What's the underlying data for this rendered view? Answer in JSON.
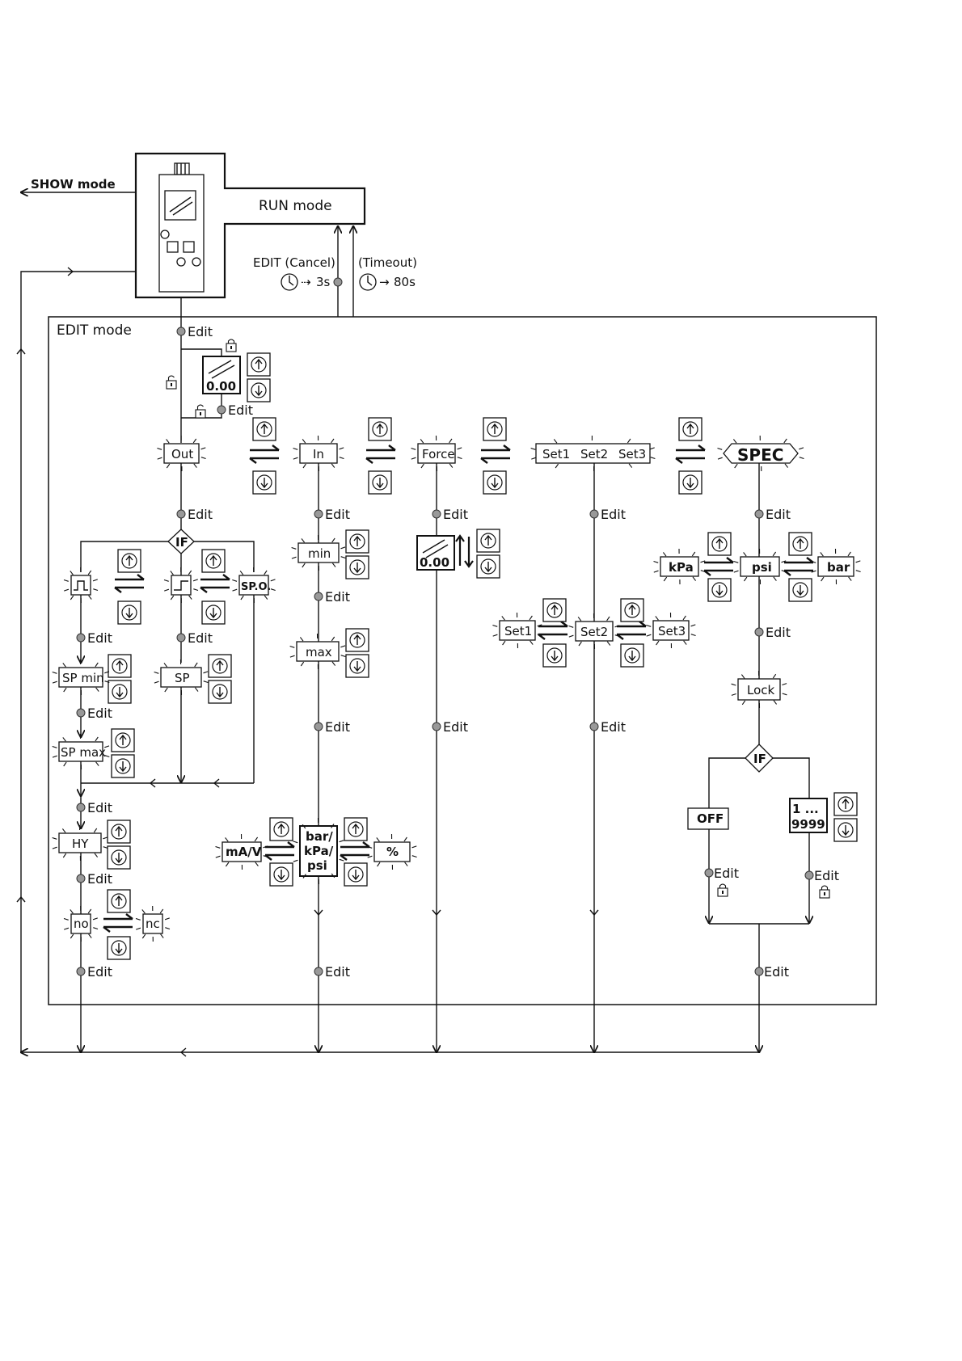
{
  "modes": {
    "show": "SHOW mode",
    "run": "RUN mode",
    "edit": "EDIT mode"
  },
  "transitions": {
    "cancel": "EDIT (Cancel)",
    "cancel_time": "3s",
    "timeout": "(Timeout)",
    "timeout_time": "80s"
  },
  "edit_label": "Edit",
  "display_value": "0.00",
  "menu": {
    "out": "Out",
    "in": "In",
    "force": "Force",
    "set1": "Set1",
    "set2": "Set2",
    "set3": "Set3",
    "spec": "SPEC"
  },
  "out_branch": {
    "if": "IF",
    "spo": "SP.O.",
    "sp_min": "SP min",
    "sp": "SP",
    "sp_max": "SP max",
    "hy": "HY",
    "no": "no",
    "nc": "nc"
  },
  "in_branch": {
    "min": "min",
    "max": "max",
    "ma_v": "mA/V",
    "unit_a": "bar/",
    "unit_b": "kPa/",
    "unit_c": "psi",
    "percent": "%"
  },
  "spec_branch": {
    "kpa": "kPa",
    "psi": "psi",
    "bar": "bar",
    "lock": "Lock",
    "if": "IF",
    "off": "OFF",
    "range_a": "1 ...",
    "range_b": "9999"
  },
  "icons": [
    "up-key-icon",
    "down-key-icon",
    "lock-icon",
    "unlock-icon",
    "timer-icon",
    "exchange-arrows-icon",
    "device-icon"
  ]
}
